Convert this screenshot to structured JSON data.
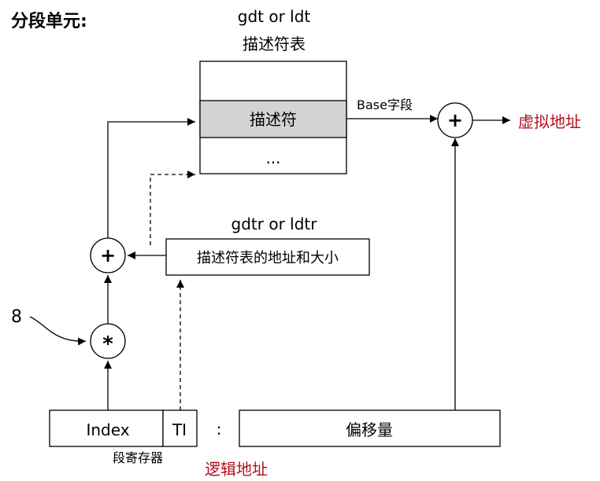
{
  "title": "分段单元:",
  "descriptor_table": {
    "label_line1": "gdt or ldt",
    "label_line2": "描述符表",
    "row_highlight": "描述符",
    "row_more": "..."
  },
  "register": {
    "label": "gdtr or ldtr",
    "content": "描述符表的地址和大小"
  },
  "base_field_label": "Base字段",
  "plus_symbol": "+",
  "times_symbol": "*",
  "multiplier": "8",
  "virtual_address": "虚拟地址",
  "selector": {
    "index": "Index",
    "ti": "TI",
    "caption": "段寄存器"
  },
  "separator": ":",
  "offset": "偏移量",
  "logical_address": "逻辑地址",
  "colors": {
    "highlight_fill": "#d3d3d3",
    "accent_red": "#b0101a",
    "stroke": "#000000"
  }
}
